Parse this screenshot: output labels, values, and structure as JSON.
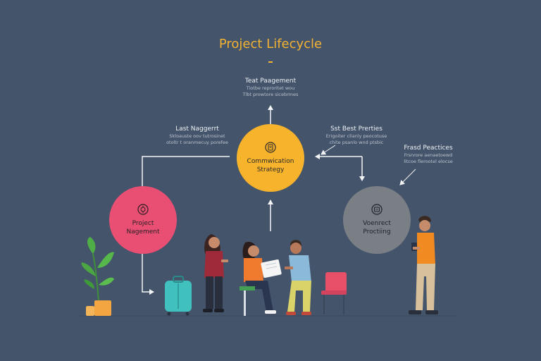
{
  "title": "Project Lifecycle",
  "nodes": {
    "center": {
      "label": "Commwication Strategy",
      "color": "#f7b32b"
    },
    "left": {
      "label": "Project Nagement",
      "color": "#e84f73"
    },
    "right": {
      "label": "Voenrect Proctiing",
      "color": "#7a7f86"
    }
  },
  "annotations": {
    "top": {
      "heading": "Teat Paagement",
      "desc1": "Tiotbe reproritet wou",
      "desc2": "Tlbt prowtore sicebrmes"
    },
    "left": {
      "heading": "Last Naggerrt",
      "desc1": "Skloauste oov tutrosinet",
      "desc2": "otoltr t oranmecuy porefee"
    },
    "mid_right": {
      "heading": "Sst Best Prerties",
      "desc1": "Erigoiter clianly peocotuse",
      "desc2": "chite psanlo wnd ptsbic"
    },
    "far_right": {
      "heading": "Frasd Peactices",
      "desc1": "Frsnrore aenaetoewd",
      "desc2": "litcoe flerootel elocse"
    }
  },
  "icons": {
    "center": "document-gear-icon",
    "left": "gear-icon",
    "right": "process-icon"
  },
  "colors": {
    "background": "#44546a",
    "accent": "#f2b233",
    "line": "#f4f5f7"
  }
}
